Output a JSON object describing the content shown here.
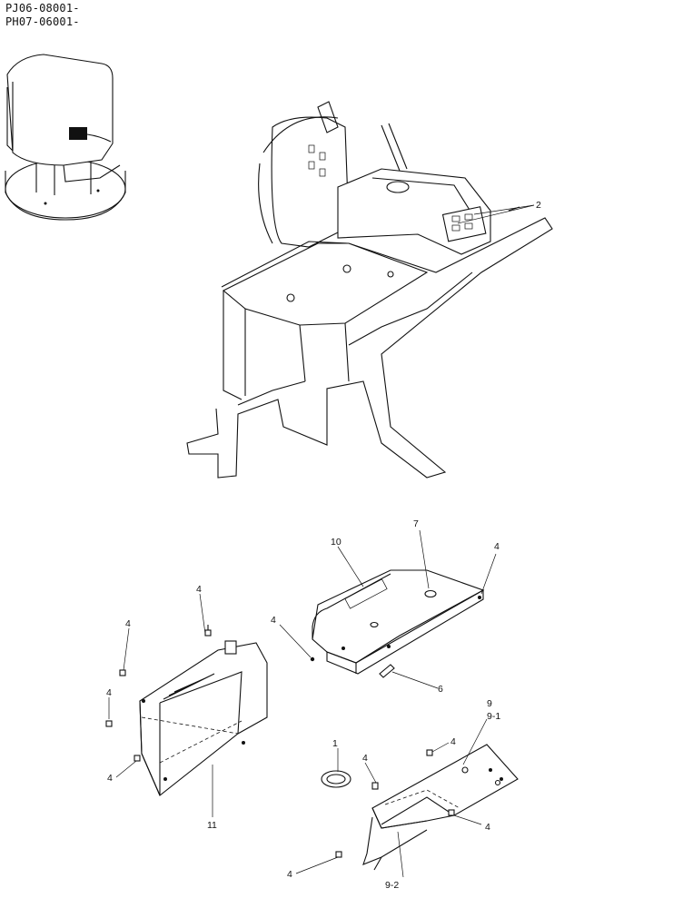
{
  "header": {
    "serial_1": "PJ06-08001-",
    "serial_2": "PH07-06001-"
  },
  "callouts": {
    "c2": "2",
    "c7": "7",
    "c10": "10",
    "c4a": "4",
    "c4b": "4",
    "c4c": "4",
    "c4d": "4",
    "c4e": "4",
    "c4f": "4",
    "c4g": "4",
    "c4h": "4",
    "c4i": "4",
    "c4j": "4",
    "c6": "6",
    "c9": "9",
    "c9_1": "9-1",
    "c1": "1",
    "c11": "11",
    "c9_2": "9-2"
  }
}
